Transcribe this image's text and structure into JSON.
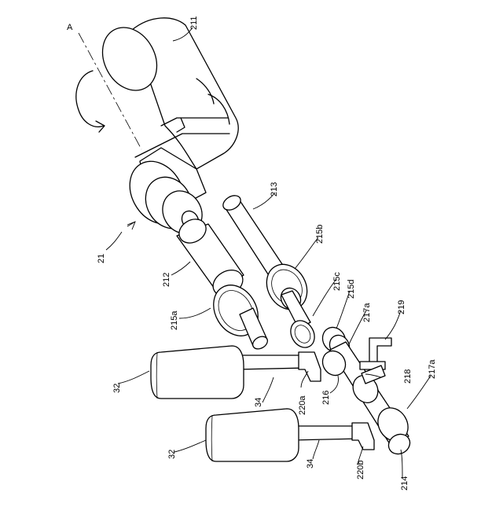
{
  "diagram": {
    "axis_label": "A",
    "labels": {
      "motor": "211",
      "unit": "21",
      "output_shaft": "212",
      "countershaft": "213",
      "gear_215a": "215a",
      "gear_215b": "215b",
      "gear_215c": "215c",
      "gear_215d": "215d",
      "clutch_217a_upper": "217a",
      "clutch_217a_lower": "217a",
      "bracket": "219",
      "pin": "218",
      "coupling": "216",
      "shaft_end": "214",
      "drum_upper": "32",
      "drum_lower": "32",
      "drum_shaft_upper": "34",
      "drum_shaft_lower": "34",
      "coupler_220a": "220a",
      "coupler_220b": "220b"
    }
  }
}
